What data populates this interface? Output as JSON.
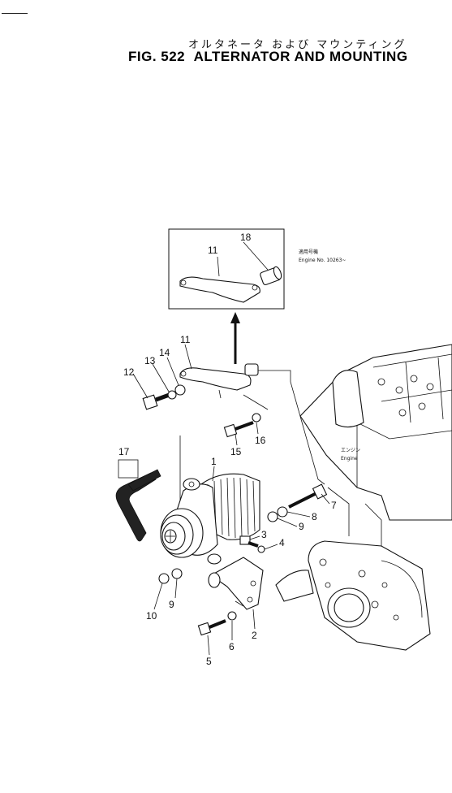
{
  "header": {
    "jp_title": "オルタネータ および マウンティング",
    "fig_label": "FIG. 522",
    "title": "ALTERNATOR AND MOUNTING"
  },
  "inset": {
    "note_jp": "適用号機",
    "note_en": "Engine No. 10263~"
  },
  "engine_label": {
    "jp": "エンジン",
    "en": "Engine"
  },
  "callouts": {
    "p1": "1",
    "p2": "2",
    "p3": "3",
    "p4": "4",
    "p5": "5",
    "p6": "6",
    "p7": "7",
    "p8": "8",
    "p9a": "9",
    "p9b": "9",
    "p10": "10",
    "p11a": "11",
    "p11b": "11",
    "p12": "12",
    "p13": "13",
    "p14": "14",
    "p15": "15",
    "p16": "16",
    "p17": "17",
    "p18": "18"
  },
  "colors": {
    "ink": "#111111",
    "paper": "#ffffff"
  }
}
